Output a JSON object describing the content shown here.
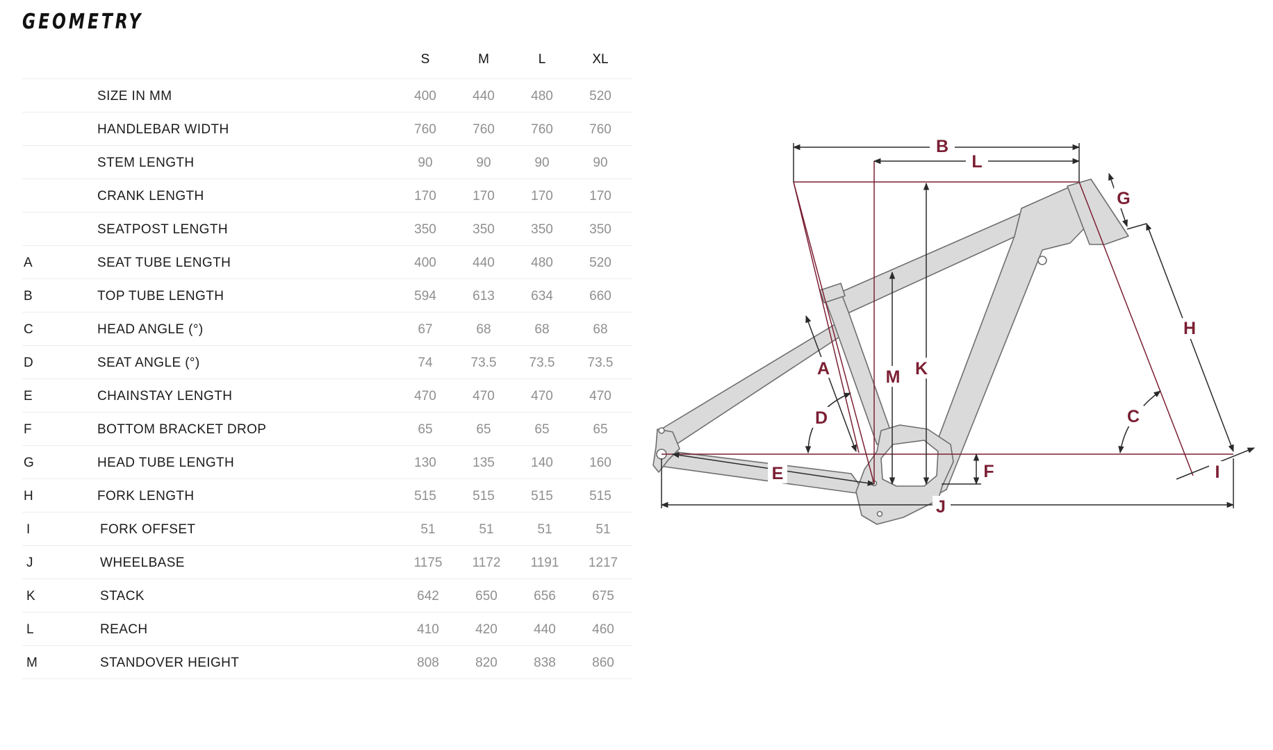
{
  "title": "GEOMETRY",
  "sizes": [
    "S",
    "M",
    "L",
    "XL"
  ],
  "rows": [
    {
      "letter": "",
      "label": "SIZE IN MM",
      "values": [
        "400",
        "440",
        "480",
        "520"
      ]
    },
    {
      "letter": "",
      "label": "HANDLEBAR WIDTH",
      "values": [
        "760",
        "760",
        "760",
        "760"
      ]
    },
    {
      "letter": "",
      "label": "STEM LENGTH",
      "values": [
        "90",
        "90",
        "90",
        "90"
      ]
    },
    {
      "letter": "",
      "label": "CRANK LENGTH",
      "values": [
        "170",
        "170",
        "170",
        "170"
      ]
    },
    {
      "letter": "",
      "label": "SEATPOST LENGTH",
      "values": [
        "350",
        "350",
        "350",
        "350"
      ]
    },
    {
      "letter": "A",
      "label": "SEAT TUBE LENGTH",
      "values": [
        "400",
        "440",
        "480",
        "520"
      ]
    },
    {
      "letter": "B",
      "label": "TOP TUBE LENGTH",
      "values": [
        "594",
        "613",
        "634",
        "660"
      ]
    },
    {
      "letter": "C",
      "label": "HEAD ANGLE (°)",
      "values": [
        "67",
        "68",
        "68",
        "68"
      ]
    },
    {
      "letter": "D",
      "label": "SEAT ANGLE (°)",
      "values": [
        "74",
        "73.5",
        "73.5",
        "73.5"
      ]
    },
    {
      "letter": "E",
      "label": "CHAINSTAY LENGTH",
      "values": [
        "470",
        "470",
        "470",
        "470"
      ]
    },
    {
      "letter": "F",
      "label": "BOTTOM BRACKET DROP",
      "values": [
        "65",
        "65",
        "65",
        "65"
      ]
    },
    {
      "letter": "G",
      "label": "HEAD TUBE LENGTH",
      "values": [
        "130",
        "135",
        "140",
        "160"
      ]
    },
    {
      "letter": "H",
      "label": "FORK LENGTH",
      "values": [
        "515",
        "515",
        "515",
        "515"
      ]
    },
    {
      "letter": "I",
      "label": "FORK OFFSET",
      "values": [
        "51",
        "51",
        "51",
        "51"
      ]
    },
    {
      "letter": "J",
      "label": "WHEELBASE",
      "values": [
        "1175",
        "1172",
        "1191",
        "1217"
      ]
    },
    {
      "letter": "K",
      "label": "STACK",
      "values": [
        "642",
        "650",
        "656",
        "675"
      ]
    },
    {
      "letter": "L",
      "label": "REACH",
      "values": [
        "410",
        "420",
        "440",
        "460"
      ]
    },
    {
      "letter": "M",
      "label": "STANDOVER HEIGHT",
      "values": [
        "808",
        "820",
        "838",
        "860"
      ]
    }
  ],
  "diagram": {
    "labels": {
      "A": "A",
      "B": "B",
      "C": "C",
      "D": "D",
      "E": "E",
      "F": "F",
      "G": "G",
      "H": "H",
      "I": "I",
      "J": "J",
      "K": "K",
      "L": "L",
      "M": "M"
    }
  },
  "colors": {
    "accent": "#7b1f33",
    "frame_fill": "#dadada",
    "frame_stroke": "#6e6e6e",
    "dimension_line": "#2a2a2a",
    "value_text": "#8f8f8f"
  }
}
